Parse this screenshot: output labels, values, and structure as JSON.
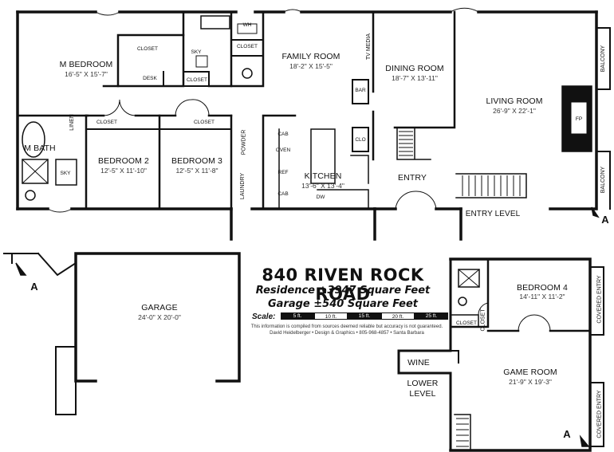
{
  "title": "840 RIVEN ROCK ROAD",
  "residence": "Residence ±3947 Square Feet",
  "garage_sqft": "Garage ±540 Square Feet",
  "scale": {
    "label": "Scale:",
    "ticks": [
      "5 ft.",
      "10 ft.",
      "15 ft.",
      "20 ft.",
      "25 ft."
    ]
  },
  "disclaimer": "This information is compiled from sources deemed reliable but accuracy is not guaranteed.",
  "credit": "David Heidelberger • Design & Graphics • 805-968-4857 • Santa Barbara",
  "levels": {
    "entry": "ENTRY LEVEL",
    "lower": "LOWER\nLEVEL"
  },
  "marker": "A",
  "rooms": {
    "m_bedroom": {
      "name": "M BEDROOM",
      "dims": "16'-5\" X 15'-7\""
    },
    "family_room": {
      "name": "FAMILY ROOM",
      "dims": "18'-2\" X 15'-5\""
    },
    "dining_room": {
      "name": "DINING ROOM",
      "dims": "18'-7\" X 13'-11\""
    },
    "living_room": {
      "name": "LIVING ROOM",
      "dims": "26'-9\" X 22'-1\""
    },
    "bedroom2": {
      "name": "BEDROOM 2",
      "dims": "12'-5\" X 11'-10\""
    },
    "bedroom3": {
      "name": "BEDROOM 3",
      "dims": "12'-5\" X 11'-8\""
    },
    "kitchen": {
      "name": "KITCHEN",
      "dims": "13'-6\" X 13'-4\""
    },
    "garage": {
      "name": "GARAGE",
      "dims": "24'-0\" X 20'-0\""
    },
    "bedroom4": {
      "name": "BEDROOM 4",
      "dims": "14'-11\" X 11'-2\""
    },
    "game_room": {
      "name": "GAME ROOM",
      "dims": "21'-9\" X 19'-3\""
    },
    "m_bath": "M BATH",
    "entry": "ENTRY",
    "wine": "WINE"
  },
  "small_labels": {
    "closet": "CLOSET",
    "desk": "DESK",
    "sky": "SKY",
    "linen": "LINEN",
    "wh": "WH",
    "tv_media": "TV MEDIA",
    "bar": "BAR",
    "clo": "CLO",
    "cab": "CAB",
    "oven": "OVEN",
    "ref": "REF",
    "dw": "DW",
    "powder": "POWDER",
    "laundry": "LAUNDRY",
    "fp": "FP",
    "balcony": "BALCONY",
    "covered_entry": "COVERED ENTRY"
  }
}
